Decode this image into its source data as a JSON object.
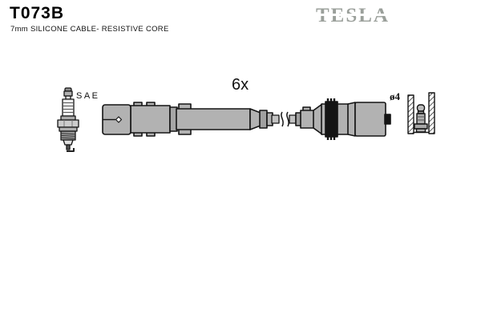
{
  "header": {
    "part_number": "T073B",
    "description": "7mm SILICONE CABLE- RESISTIVE CORE",
    "brand": "TESLA"
  },
  "diagram": {
    "labels": {
      "spark_plug_standard": "SAE",
      "quantity": "6x",
      "terminal_diameter": "ø4"
    },
    "colors": {
      "part_fill": "#b2b2b2",
      "part_fill_dark": "#a0a0a0",
      "outline": "#141414",
      "logo_gray": "#9ba09b",
      "black_band": "#141414",
      "background": "#ffffff"
    }
  }
}
